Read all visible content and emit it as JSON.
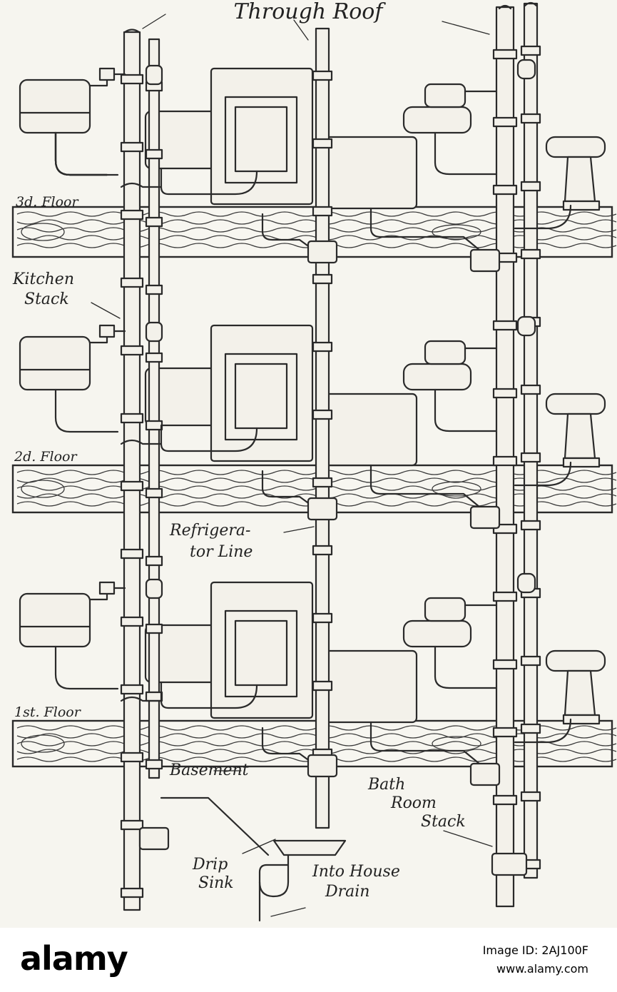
{
  "labels": {
    "through_roof": "Through Roof",
    "floor_3": "3d. Floor",
    "floor_2": "2d. Floor",
    "floor_1": "1st. Floor",
    "kitchen_stack_1": "Kitchen",
    "kitchen_stack_2": "Stack",
    "refrigerator_1": "Refrigera-",
    "refrigerator_2": "tor Line",
    "basement": "Basement",
    "bath_room_stack_1": "Bath",
    "bath_room_stack_2": "Room",
    "bath_room_stack_3": "Stack",
    "drip_sink_1": "Drip",
    "drip_sink_2": "Sink",
    "house_drain_1": "Into House",
    "house_drain_2": "Drain"
  },
  "footer": {
    "brand": "alamy",
    "image_id": "Image ID: 2AJ100F",
    "url": "www.alamy.com"
  },
  "colors": {
    "ink": "#2a2a2a",
    "paper": "#f3f1ea",
    "footer_bg": "#ffffff"
  }
}
